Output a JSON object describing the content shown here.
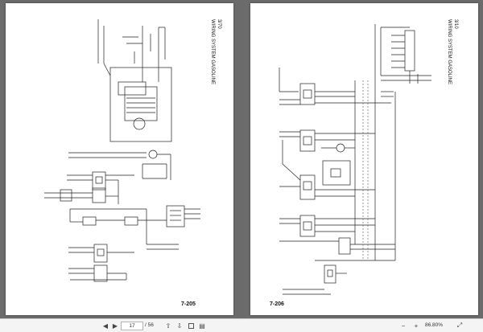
{
  "document": {
    "left_page": {
      "title": "WIRING SYSTEM GASOLINE",
      "sheet": "3/70",
      "page_number": "7-205"
    },
    "right_page": {
      "title": "WIRING SYSTEM GASOLINE",
      "sheet": "3/10",
      "page_number": "7-206"
    }
  },
  "toolbar": {
    "current_page": "17",
    "total_pages": "/ 56",
    "zoom": "86.80%",
    "icons": {
      "prev": "triangle-left-icon",
      "next": "triangle-right-icon",
      "first": "arrow-up-icon",
      "last": "arrow-down-icon",
      "fit": "fit-page-icon",
      "two_page": "two-page-icon",
      "zoom_out": "zoom-out-icon",
      "zoom_in": "zoom-in-icon",
      "fullscreen": "fullscreen-icon"
    }
  },
  "colors": {
    "viewer_bg": "#6b6b6b",
    "page_bg": "#ffffff",
    "toolbar_bg": "#f4f4f4",
    "line": "#222222"
  }
}
